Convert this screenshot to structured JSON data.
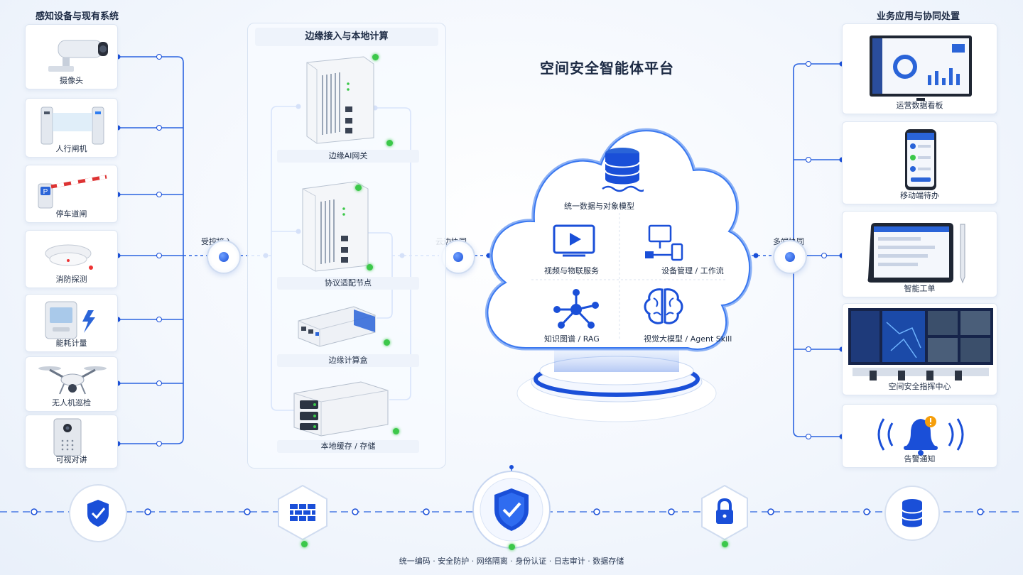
{
  "title": "空间安全智能体平台",
  "left": {
    "title": "感知设备与现有系统",
    "items": [
      {
        "label": "摄像头",
        "icon": "cctv-camera-icon"
      },
      {
        "label": "人行闸机",
        "icon": "turnstile-gate-icon"
      },
      {
        "label": "停车道闸",
        "icon": "parking-barrier-icon"
      },
      {
        "label": "消防探测",
        "icon": "smoke-detector-icon"
      },
      {
        "label": "能耗计量",
        "icon": "energy-meter-icon"
      },
      {
        "label": "无人机巡检",
        "icon": "drone-icon"
      },
      {
        "label": "可视对讲",
        "icon": "video-intercom-icon"
      }
    ]
  },
  "edge": {
    "title": "边缘接入与本地计算",
    "items": [
      {
        "label": "边缘AI网关",
        "icon": "edge-ai-gateway-icon"
      },
      {
        "label": "协议适配节点",
        "icon": "protocol-adapter-icon"
      },
      {
        "label": "边缘计算盒",
        "icon": "edge-compute-box-icon"
      },
      {
        "label": "本地缓存 / 存储",
        "icon": "local-storage-icon"
      }
    ]
  },
  "hubs": {
    "left": "受控接入",
    "middle": "云边协同",
    "right": "多端协同"
  },
  "cloud": {
    "items": [
      {
        "label": "统一数据与对象模型",
        "icon": "database-icon"
      },
      {
        "label": "视频与物联服务",
        "icon": "video-play-icon"
      },
      {
        "label": "设备管理 / 工作流",
        "icon": "device-workflow-icon"
      },
      {
        "label": "知识图谱 / RAG",
        "icon": "knowledge-graph-icon"
      },
      {
        "label": "视觉大模型 / Agent Skill",
        "icon": "ai-brain-icon"
      }
    ]
  },
  "right": {
    "title": "业务应用与协同处置",
    "items": [
      {
        "label": "运营数据看板",
        "icon": "dashboard-monitor-icon"
      },
      {
        "label": "移动端待办",
        "icon": "mobile-phone-icon"
      },
      {
        "label": "智能工单",
        "icon": "tablet-icon"
      },
      {
        "label": "空间安全指挥中心",
        "icon": "command-center-icon"
      },
      {
        "label": "告警通知",
        "icon": "alarm-bell-icon"
      }
    ]
  },
  "footer": {
    "text": "统一编码 · 安全防护 · 网络隔离 · 身份认证 · 日志审计 · 数据存储",
    "icons": [
      "shield-check-icon",
      "firewall-icon",
      "security-shield-icon",
      "lock-icon",
      "storage-icon"
    ]
  },
  "colors": {
    "accent": "#1a4fd8",
    "line": "#2a63e0",
    "led": "#3cc84a",
    "title": "#1c2a44"
  }
}
